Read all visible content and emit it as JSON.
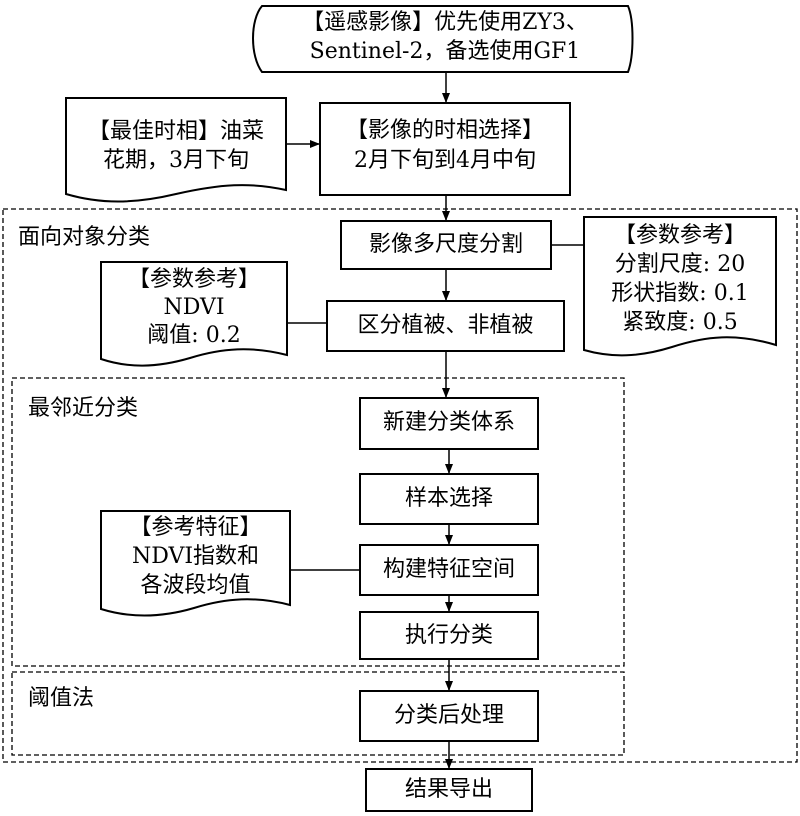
{
  "source": {
    "line1": "【遥感影像】优先使用ZY3、",
    "line2": "Sentinel-2，备选使用GF1"
  },
  "best_phase": {
    "line1": "【最佳时相】油菜",
    "line2": "花期，3月下旬"
  },
  "phase_select": {
    "line1": "【影像的时相选择】",
    "line2": "2月下旬到4月中旬"
  },
  "regions": {
    "object_oriented": "面向对象分类",
    "nearest_neighbor": "最邻近分类",
    "threshold": "阈值法"
  },
  "steps": {
    "segmentation": "影像多尺度分割",
    "vegetation": "区分植被、非植被",
    "new_class": "新建分类体系",
    "sample": "样本选择",
    "feature_space": "构建特征空间",
    "classify": "执行分类",
    "post": "分类后处理",
    "export": "结果导出"
  },
  "seg_params": {
    "title": "【参数参考】",
    "line1": "分割尺度: 20",
    "line2": "形状指数: 0.1",
    "line3": "紧致度: 0.5"
  },
  "ndvi_params": {
    "title": "【参数参考】",
    "line1": "NDVI",
    "line2": "阈值: 0.2"
  },
  "feature_ref": {
    "title": "【参考特征】",
    "line1": "NDVI指数和",
    "line2": "各波段均值"
  }
}
